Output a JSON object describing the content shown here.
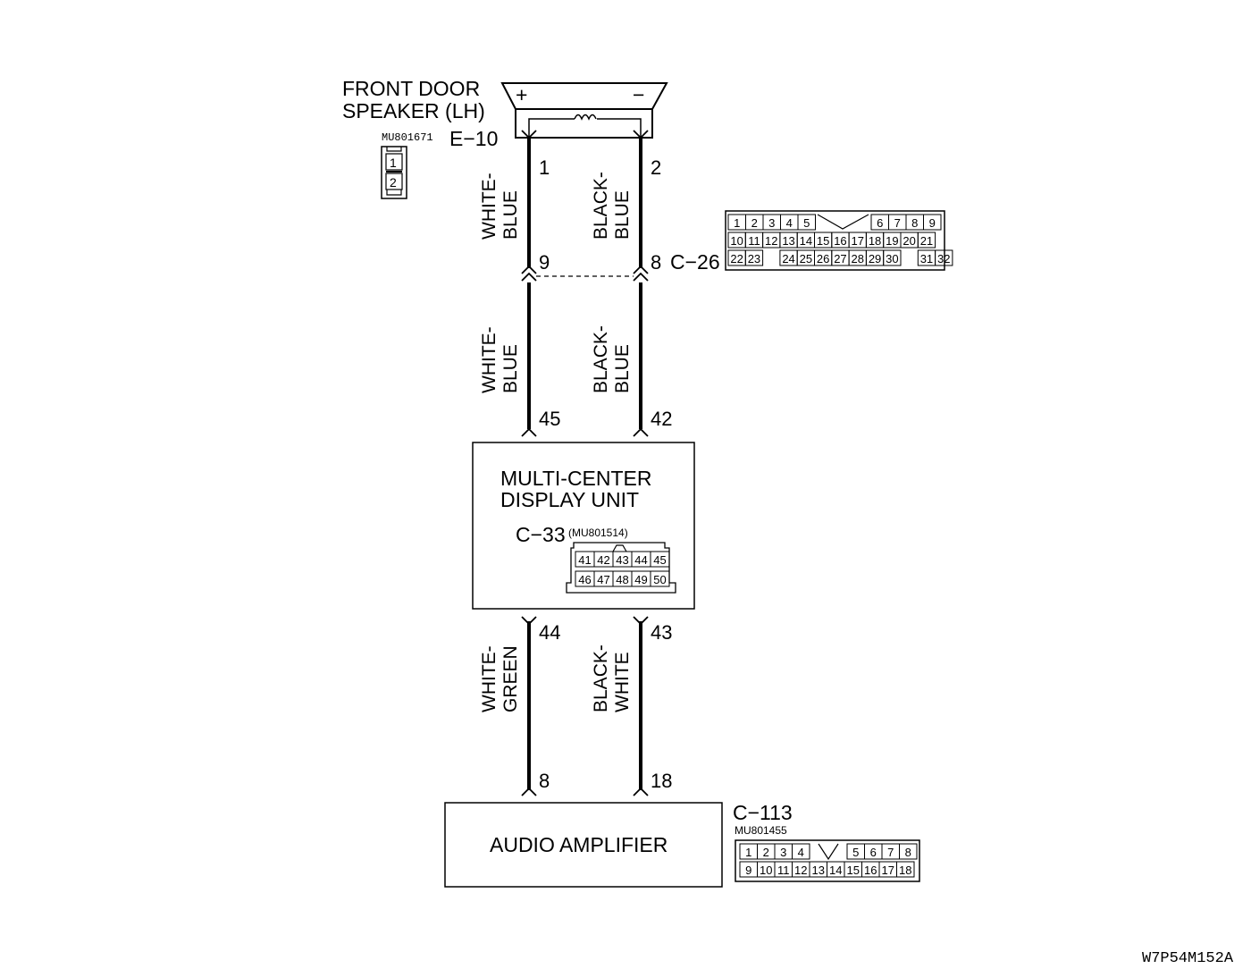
{
  "speaker": {
    "title_line1": "FRONT DOOR",
    "title_line2": "SPEAKER (LH)",
    "plus": "+",
    "minus": "−",
    "part_no": "MU801671",
    "connector": "E−10",
    "pins": [
      "1",
      "2"
    ]
  },
  "wires": {
    "top_left_pin": "1",
    "top_right_pin": "2",
    "top_left_color_1": "WHITE-",
    "top_left_color_2": "BLUE",
    "top_right_color_1": "BLACK-",
    "top_right_color_2": "BLUE",
    "mid_left_pin": "9",
    "mid_right_pin": "8",
    "mid_left_color_1": "WHITE-",
    "mid_left_color_2": "BLUE",
    "mid_right_color_1": "BLACK-",
    "mid_right_color_2": "BLUE",
    "unit_left_pin": "45",
    "unit_right_pin": "42",
    "low_left_pin_top": "44",
    "low_right_pin_top": "43",
    "low_left_color_1": "WHITE-",
    "low_left_color_2": "GREEN",
    "low_right_color_1": "BLACK-",
    "low_right_color_2": "WHITE",
    "amp_left_pin": "8",
    "amp_right_pin": "18"
  },
  "c26": {
    "label": "C−26",
    "rows": [
      [
        "1",
        "2",
        "3",
        "4",
        "5",
        "",
        "6",
        "7",
        "8",
        "9"
      ],
      [
        "10",
        "11",
        "12",
        "13",
        "14",
        "15",
        "16",
        "17",
        "18",
        "19",
        "20",
        "21"
      ],
      [
        "22",
        "23",
        "",
        "24",
        "25",
        "26",
        "27",
        "28",
        "29",
        "30",
        "",
        "31",
        "32"
      ]
    ]
  },
  "mcdu": {
    "title_line1": "MULTI-CENTER",
    "title_line2": "DISPLAY UNIT",
    "connector": "C−33",
    "part_no": "(MU801514)",
    "row1": [
      "41",
      "42",
      "43",
      "44",
      "45"
    ],
    "row2": [
      "46",
      "47",
      "48",
      "49",
      "50"
    ]
  },
  "amplifier": {
    "title": "AUDIO AMPLIFIER",
    "connector": "C−113",
    "part_no": "MU801455",
    "row1": [
      "1",
      "2",
      "3",
      "4",
      "",
      "5",
      "6",
      "7",
      "8"
    ],
    "row2": [
      "9",
      "10",
      "11",
      "12",
      "13",
      "14",
      "15",
      "16",
      "17",
      "18"
    ]
  },
  "figure_code": "W7P54M152A"
}
